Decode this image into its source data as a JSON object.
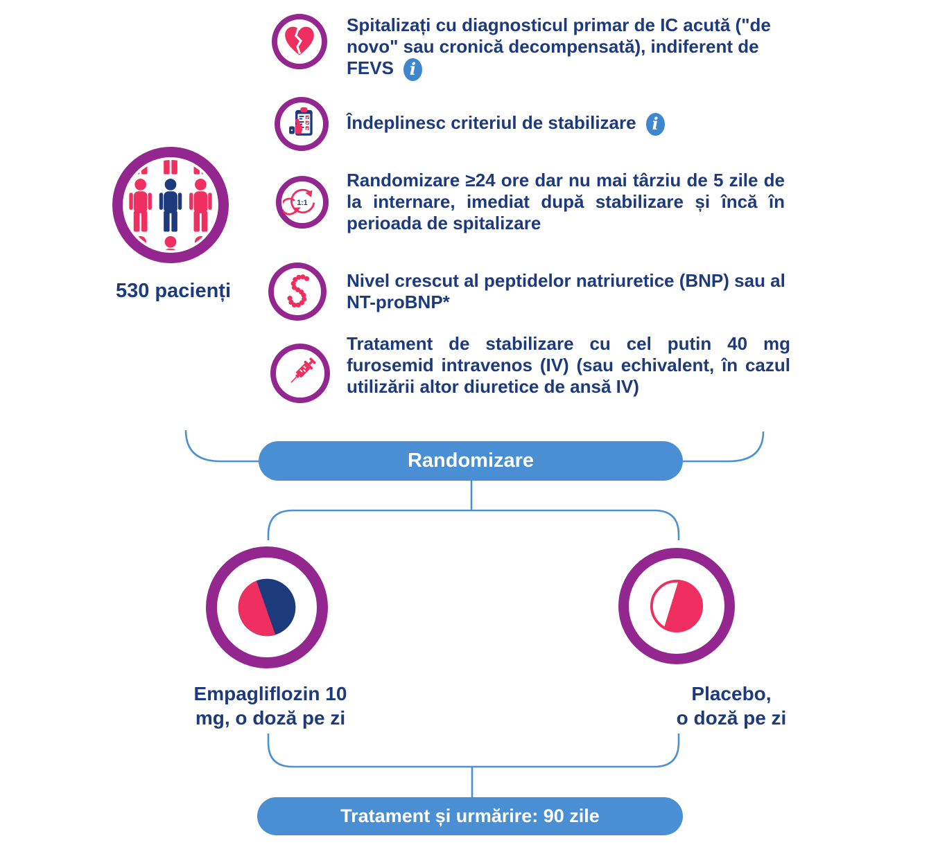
{
  "colors": {
    "navy": "#1d3a7c",
    "pink": "#ee2f5f",
    "purple": "#93278f",
    "blue": "#4a8fd3",
    "line": "#4a90d2",
    "info": "#3f87cc"
  },
  "cohort": {
    "label": "530 pacienți",
    "icon": "patients-group-icon"
  },
  "criteria": [
    {
      "icon": "broken-heart-icon",
      "text": "Spitalizați cu diagnosticul primar de IC acută (\"de novo\" sau cronică decompensată), indiferent de FEVS",
      "has_info": true
    },
    {
      "icon": "stabilization-checklist-icon",
      "text": "Îndeplinesc criteriul de stabilizare",
      "has_info": true
    },
    {
      "icon": "randomization-cycle-icon",
      "text": "Randomizare ≥24 ore dar nu mai târziu de 5 zile de la internare, imediat după stabilizare și încă în perioada de spitalizare",
      "has_info": false
    },
    {
      "icon": "peptide-chain-icon",
      "text": "Nivel crescut al peptidelor natriuretice (BNP) sau al NT-proBNP*",
      "has_info": false
    },
    {
      "icon": "syringe-icon",
      "text": "Tratament de stabilizare cu cel putin 40 mg furosemid intravenos (IV) (sau echivalent, în cazul utilizării altor diuretice de ansă IV)",
      "has_info": false
    }
  ],
  "info_icon_glyph": "i",
  "randomization": {
    "label": "Randomizare",
    "ratio_label": "1:1"
  },
  "arms": [
    {
      "name": "empagliflozin",
      "icon": "pie-dose-empagliflozin-icon",
      "lines": [
        "Empagliflozin 10",
        "mg, o doză pe zi"
      ]
    },
    {
      "name": "placebo",
      "icon": "pie-dose-placebo-icon",
      "lines": [
        "Placebo,",
        "o doză pe zi"
      ]
    }
  ],
  "followup": {
    "label": "Tratament și urmărire: 90 zile"
  }
}
